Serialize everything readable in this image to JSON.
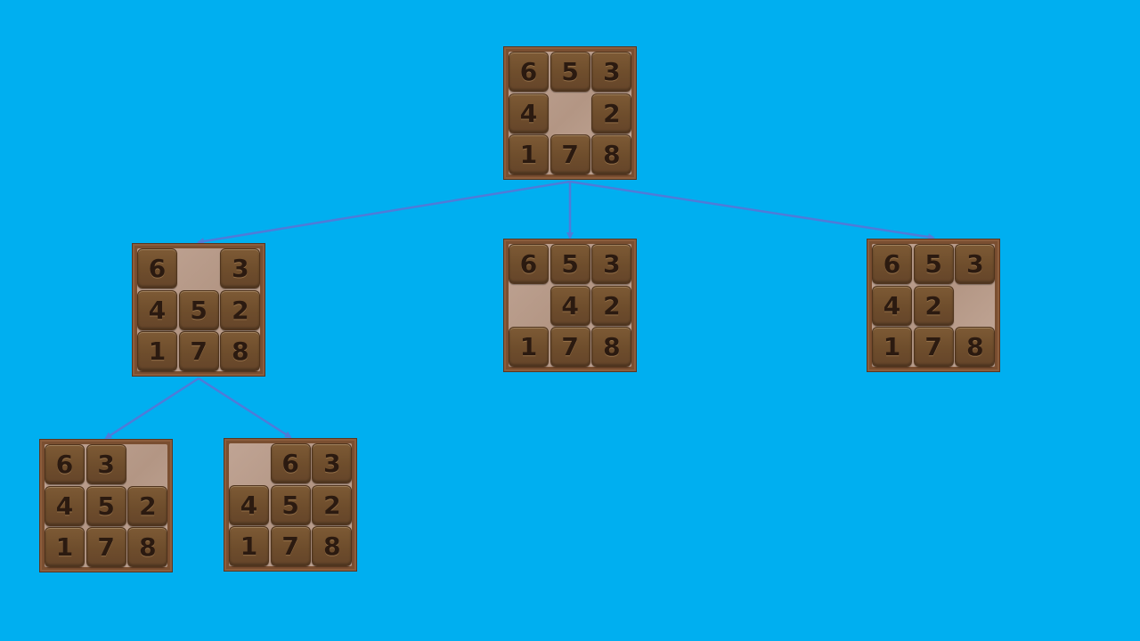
{
  "colors": {
    "background": "#00aff0",
    "edge": "#4f7bd8"
  },
  "nodes": [
    {
      "id": "root",
      "tiles": [
        "6",
        "5",
        "3",
        "4",
        "",
        "2",
        "1",
        "7",
        "8"
      ]
    },
    {
      "id": "child-left",
      "tiles": [
        "6",
        "",
        "3",
        "4",
        "5",
        "2",
        "1",
        "7",
        "8"
      ]
    },
    {
      "id": "child-middle",
      "tiles": [
        "6",
        "5",
        "3",
        "",
        "4",
        "2",
        "1",
        "7",
        "8"
      ]
    },
    {
      "id": "child-right",
      "tiles": [
        "6",
        "5",
        "3",
        "4",
        "2",
        "",
        "1",
        "7",
        "8"
      ]
    },
    {
      "id": "grandchild-left",
      "tiles": [
        "6",
        "3",
        "",
        "4",
        "5",
        "2",
        "1",
        "7",
        "8"
      ]
    },
    {
      "id": "grandchild-right",
      "tiles": [
        "",
        "6",
        "3",
        "4",
        "5",
        "2",
        "1",
        "7",
        "8"
      ]
    }
  ],
  "edges": [
    {
      "from": "root",
      "to": "child-left"
    },
    {
      "from": "root",
      "to": "child-middle"
    },
    {
      "from": "root",
      "to": "child-right"
    },
    {
      "from": "child-left",
      "to": "grandchild-left"
    },
    {
      "from": "child-left",
      "to": "grandchild-right"
    }
  ]
}
